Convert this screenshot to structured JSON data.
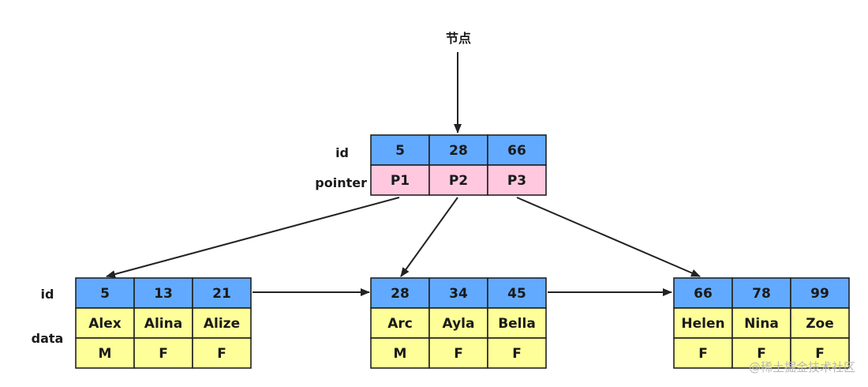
{
  "top_label": "节点",
  "labels": {
    "id": "id",
    "pointer": "pointer",
    "data": "data"
  },
  "root": {
    "ids": [
      "5",
      "28",
      "66"
    ],
    "pointers": [
      "P1",
      "P2",
      "P3"
    ]
  },
  "leaves": [
    {
      "ids": [
        "5",
        "13",
        "21"
      ],
      "names": [
        "Alex",
        "Alina",
        "Alize"
      ],
      "genders": [
        "M",
        "F",
        "F"
      ]
    },
    {
      "ids": [
        "28",
        "34",
        "45"
      ],
      "names": [
        "Arc",
        "Ayla",
        "Bella"
      ],
      "genders": [
        "M",
        "F",
        "F"
      ]
    },
    {
      "ids": [
        "66",
        "78",
        "99"
      ],
      "names": [
        "Helen",
        "Nina",
        "Zoe"
      ],
      "genders": [
        "F",
        "F",
        "F"
      ]
    }
  ],
  "watermark": "@稀土掘金技术社区",
  "colors": {
    "id_row": "#62aaff",
    "pointer_row": "#ffc8de",
    "data_row": "#ffff99",
    "border": "#222222"
  }
}
